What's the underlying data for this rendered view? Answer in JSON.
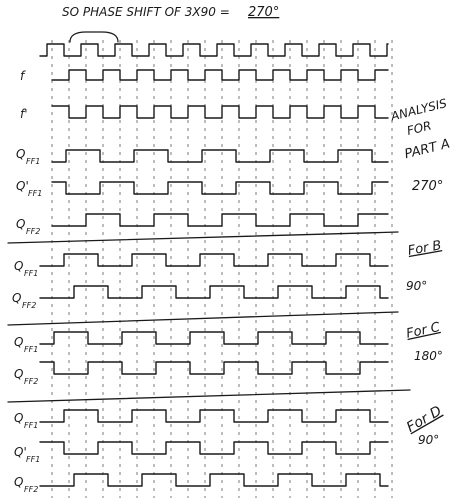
{
  "title": {
    "prefix": "SO PHASE SHIFT OF 3X90 =",
    "result": "270°"
  },
  "row_labels": [
    {
      "text": "f",
      "sub": ""
    },
    {
      "text": "f'",
      "sub": ""
    },
    {
      "text": "Q",
      "sub": "FF1"
    },
    {
      "text": "Q'",
      "sub": "FF1"
    },
    {
      "text": "Q",
      "sub": "FF2"
    },
    {
      "text": "Q",
      "sub": "FF1"
    },
    {
      "text": "Q",
      "sub": "FF2"
    },
    {
      "text": "Q",
      "sub": "FF1"
    },
    {
      "text": "Q",
      "sub": "FF2"
    },
    {
      "text": "Q",
      "sub": "FF1"
    },
    {
      "text": "Q'",
      "sub": "FF1"
    },
    {
      "text": "Q",
      "sub": "FF2"
    }
  ],
  "annotations": {
    "part_a": {
      "line1": "ANALYSIS",
      "line2": "FOR",
      "line3": "PART A",
      "value": "270°"
    },
    "part_b": {
      "label": "For B",
      "value": "90°"
    },
    "part_c": {
      "label": "For C",
      "value": "180°"
    },
    "part_d": {
      "label": "For D",
      "value": "90°"
    }
  },
  "colors": {
    "ink": "#1a1a1a",
    "paper": "#ffffff"
  }
}
